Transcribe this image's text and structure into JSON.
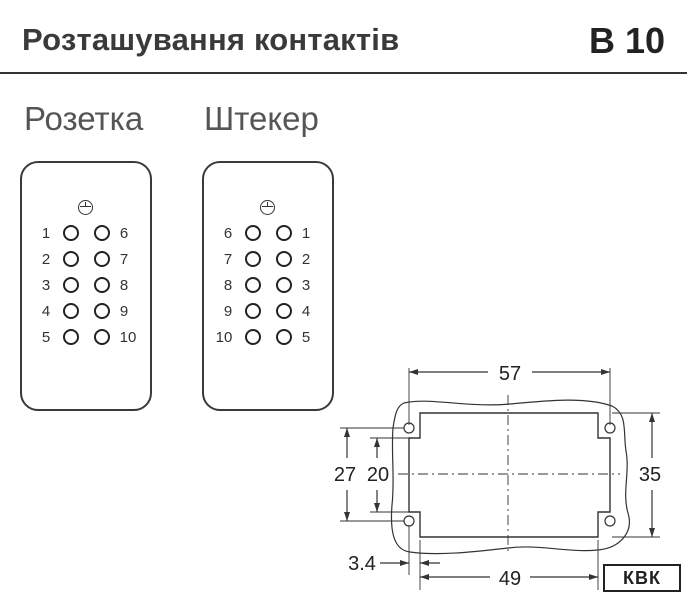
{
  "header": {
    "title": "Розташування контактів",
    "code": "B 10"
  },
  "connectors": [
    {
      "label": "Розетка",
      "left_numbers": [
        "1",
        "2",
        "3",
        "4",
        "5"
      ],
      "right_numbers": [
        "6",
        "7",
        "8",
        "9",
        "10"
      ]
    },
    {
      "label": "Штекер",
      "left_numbers": [
        "6",
        "7",
        "8",
        "9",
        "10"
      ],
      "right_numbers": [
        "1",
        "2",
        "3",
        "4",
        "5"
      ]
    }
  ],
  "dimensions": {
    "top": "57",
    "bottom": "49",
    "right": "35",
    "left_outer": "27",
    "left_inner": "20",
    "offset": "3.4"
  },
  "logo": "КВК"
}
